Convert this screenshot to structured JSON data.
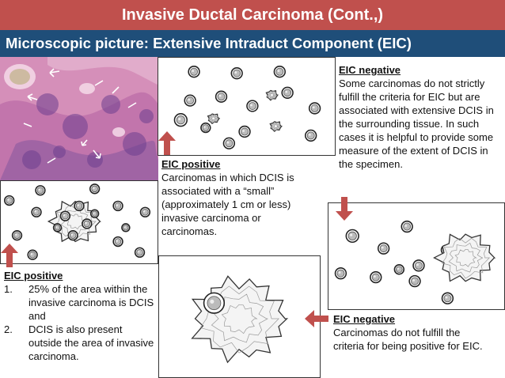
{
  "title": "Invasive Ductal Carcinoma (Cont.,)",
  "subtitle": "Microscopic picture: Extensive Intraduct Component (EIC)",
  "colors": {
    "title_bar": "#c0504d",
    "subtitle_bar": "#1f4e79",
    "arrow": "#c0504d"
  },
  "blocks": {
    "eic_positive_left": {
      "heading": "EIC positive",
      "items": [
        {
          "num": "1.",
          "text": "25% of the area within the invasive carcinoma is DCIS and"
        },
        {
          "num": "2.",
          "text": "DCIS is also present outside the area of invasive carcinoma."
        }
      ]
    },
    "eic_positive_center": {
      "heading": "EIC positive",
      "text": "Carcinomas in which DCIS is associated with a “small” (approximately 1 cm or less) invasive carcinoma or carcinomas."
    },
    "eic_negative_top": {
      "heading": "EIC negative",
      "text": "Some carcinomas do not strictly fulfill the criteria for EIC but are associated with extensive DCIS in the surrounding tissue. In such cases it is helpful to provide some measure of the extent of DCIS in the specimen."
    },
    "eic_negative_bottom": {
      "heading": "EIC negative",
      "text": "Carcinomas do not fulfill the criteria for being positive for EIC."
    }
  }
}
